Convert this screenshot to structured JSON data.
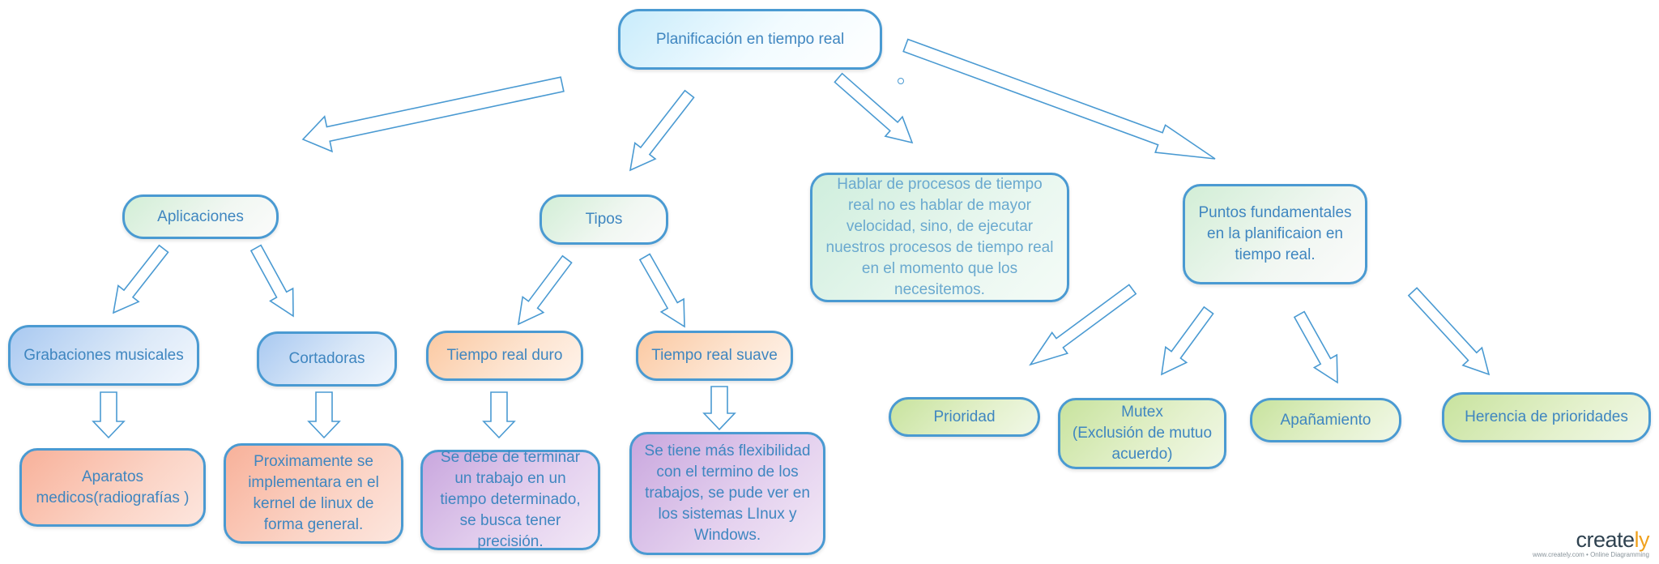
{
  "diagram": {
    "root": "Planificación en tiempo real",
    "categories": {
      "aplicaciones": "Aplicaciones",
      "tipos": "Tipos",
      "descripcion": "Hablar de procesos de tiempo real no es hablar de mayor velocidad, sino, de ejecutar nuestros procesos de tiempo real en el momento que los necesitemos.",
      "puntos": "Puntos fundamentales en la planificaion en tiempo real."
    },
    "aplicaciones": {
      "grabaciones": "Grabaciones musicales",
      "cortadoras": "Cortadoras",
      "aparatos": "Aparatos medicos(radiografías )",
      "proximamente": "Proximamente se implementara en el kernel de linux de forma general."
    },
    "tipos": {
      "duro": "Tiempo real duro",
      "suave": "Tiempo real suave",
      "duro_desc": "Se debe de terminar un trabajo en un tiempo determinado, se busca tener precisión.",
      "suave_desc": "Se tiene más flexibilidad con el termino de los trabajos, se pude ver en los sistemas LInux y Windows."
    },
    "puntos": {
      "prioridad": "Prioridad",
      "mutex_title": "Mutex",
      "mutex_detail": "(Exclusión de mutuo acuerdo)",
      "apanamiento": "Apañamiento",
      "herencia": "Herencia de prioridades"
    }
  },
  "branding": {
    "logo_main": "create",
    "logo_accent": "ly",
    "tagline": "www.creately.com • Online Diagramming"
  },
  "colors": {
    "border": "#4a9ad2",
    "text": "#3f86c0",
    "logo_accent": "#f0a11e"
  }
}
